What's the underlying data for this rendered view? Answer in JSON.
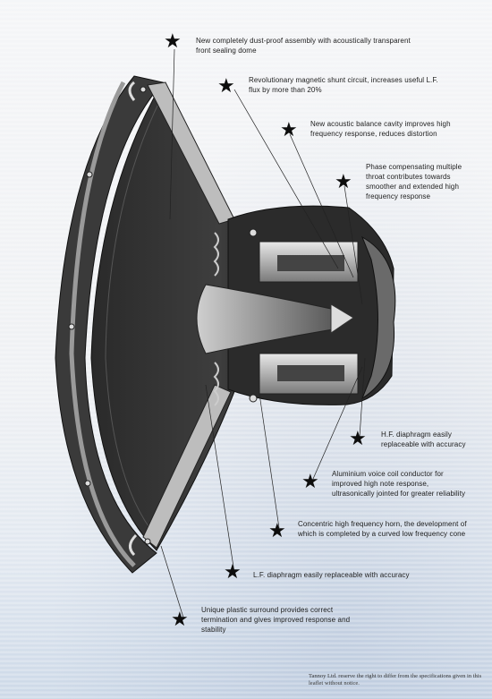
{
  "callouts": [
    {
      "text": "New completely dust-proof assembly with acoustically transparent front sealing dome"
    },
    {
      "text": "Revolutionary magnetic shunt circuit, increases useful L.F. flux by more than 20%"
    },
    {
      "text": "New acoustic balance cavity improves high frequency response, reduces distortion"
    },
    {
      "text": "Phase compensating multiple throat contributes towards smoother and extended high frequency response"
    },
    {
      "text": "H.F. diaphragm easily replaceable with accuracy"
    },
    {
      "text": "Aluminium voice coil conductor for improved high note response, ultrasonically jointed for greater reliability"
    },
    {
      "text": "Concentric high frequency horn, the development of which is completed by a curved low frequency cone"
    },
    {
      "text": "L.F. diaphragm easily replaceable with accuracy"
    },
    {
      "text": "Unique plastic surround provides correct termination and gives improved response and stability"
    }
  ],
  "star_icon": "star-icon",
  "footnote": "Tannoy Ltd. reserve the right to differ from the specifications given in this leaflet without notice."
}
